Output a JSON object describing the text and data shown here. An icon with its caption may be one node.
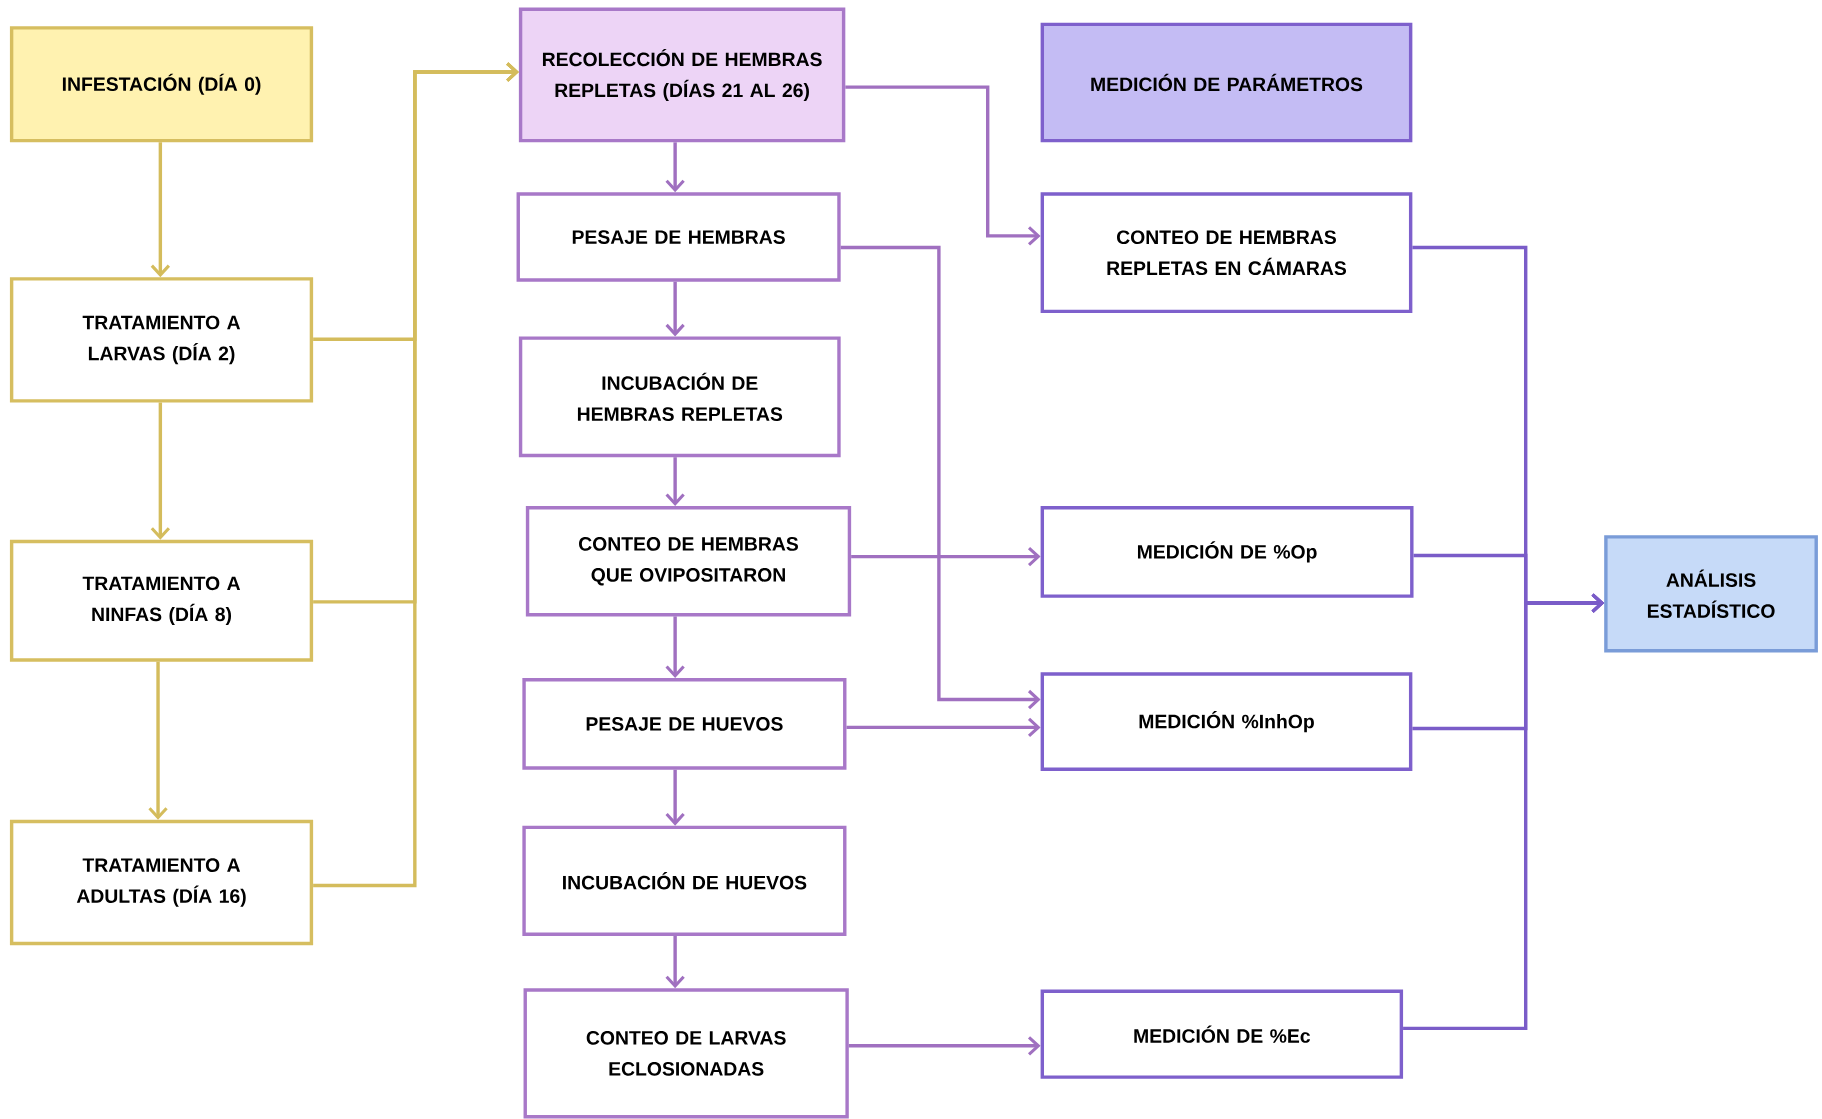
{
  "diagram": {
    "nodes": [
      {
        "text": [
          "INFESTACIÓN (DÍA 0)"
        ]
      },
      {
        "text": [
          "TRATAMIENTO A LARVAS (DÍA 2)"
        ]
      },
      {
        "text": [
          "TRATAMIENTO A NINFAS (DÍA 8)"
        ]
      },
      {
        "text": [
          "TRATAMIENTO A ADULTAS (DÍA 16)"
        ]
      },
      {
        "text": [
          "RECOLECCIÓN DE HEMBRAS REPLETAS (DÍAS 21 AL 26)"
        ]
      },
      {
        "text": [
          "PESAJE DE HEMBRAS"
        ]
      },
      {
        "text": [
          "INCUBACIÓN DE HEMBRAS REPLETAS"
        ]
      },
      {
        "text": [
          "CONTEO DE HEMBRAS QUE OVIPOSITARON"
        ]
      },
      {
        "text": [
          "PESAJE DE HUEVOS"
        ]
      },
      {
        "text": [
          "INCUBACIÓN DE HUEVOS"
        ]
      },
      {
        "text": [
          "CONTEO DE LARVAS ECLOSIONADAS"
        ]
      },
      {
        "text": [
          "MEDICIÓN DE PARÁMETROS"
        ]
      },
      {
        "text": [
          "CONTEO DE HEMBRAS REPLETAS EN CÁMARAS"
        ]
      },
      {
        "text": [
          "MEDICIÓN DE %Op"
        ]
      },
      {
        "text": [
          "MEDICIÓN %InhOp"
        ]
      },
      {
        "text": [
          "MEDICIÓN DE %Ec"
        ]
      },
      {
        "text": [
          "ANÁLISIS ESTADÍSTICO"
        ]
      }
    ],
    "edges": [
      {
        "from": 0,
        "to": 1,
        "arrow": "to",
        "color": "#d4bc5c"
      },
      {
        "from": 1,
        "to": 2,
        "arrow": "to",
        "color": "#d4bc5c"
      },
      {
        "from": 2,
        "to": 3,
        "arrow": "to",
        "color": "#d4bc5c"
      },
      {
        "from": 1,
        "to": 4,
        "arrow": "to",
        "color": "#d4bc5c"
      },
      {
        "from": 2,
        "to": 4,
        "arrow": "to",
        "color": "#d4bc5c"
      },
      {
        "from": 3,
        "to": 4,
        "arrow": "to",
        "color": "#d4bc5c"
      },
      {
        "from": 4,
        "to": 5,
        "arrow": "to"
      },
      {
        "from": 5,
        "to": 6,
        "arrow": "to"
      },
      {
        "from": 6,
        "to": 7,
        "arrow": "to"
      },
      {
        "from": 7,
        "to": 8,
        "arrow": "to"
      },
      {
        "from": 8,
        "to": 9,
        "arrow": "to"
      },
      {
        "from": 9,
        "to": 10,
        "arrow": "to"
      },
      {
        "from": 4,
        "to": 12,
        "arrow": "to"
      },
      {
        "from": 5,
        "to": 14,
        "arrow": "to"
      },
      {
        "from": 7,
        "to": 13,
        "arrow": "to"
      },
      {
        "from": 8,
        "to": 14,
        "arrow": "to"
      },
      {
        "from": 10,
        "to": 15,
        "arrow": "to"
      },
      {
        "from": 12,
        "to": 16,
        "arrow": "to",
        "color": "#7a5cc8"
      },
      {
        "from": 13,
        "to": 16,
        "arrow": "to",
        "color": "#7a5cc8"
      },
      {
        "from": 14,
        "to": 16,
        "arrow": "to",
        "color": "#7a5cc8"
      },
      {
        "from": 15,
        "to": 16,
        "arrow": "to",
        "color": "#7a5cc8"
      }
    ]
  }
}
